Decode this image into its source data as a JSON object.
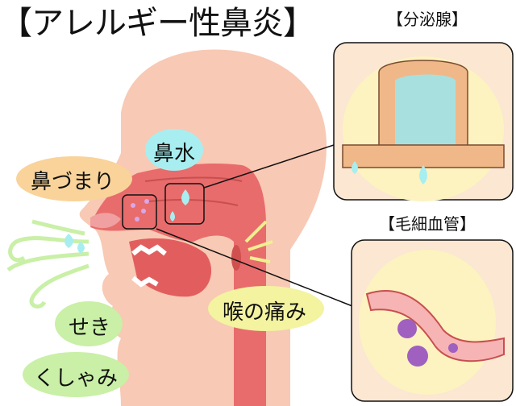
{
  "title": "【アレルギー性鼻炎】",
  "insets": {
    "gland_title": "【分泌腺】",
    "capillary_title": "【毛細血管】"
  },
  "symptoms": {
    "congestion": "鼻づまり",
    "runny_nose": "鼻水",
    "cough": "せき",
    "sneeze": "くしゃみ",
    "sore_throat": "喉の痛み"
  },
  "colors": {
    "skin": "#f8c9b4",
    "tissue": "#e86c6c",
    "congestion_bubble": "#f9d39a",
    "runny_bubble": "#a8eef0",
    "cough_bubble": "#c9f0a6",
    "throat_bubble": "#f3f3a0",
    "inset_bg": "#fbe7d2"
  }
}
